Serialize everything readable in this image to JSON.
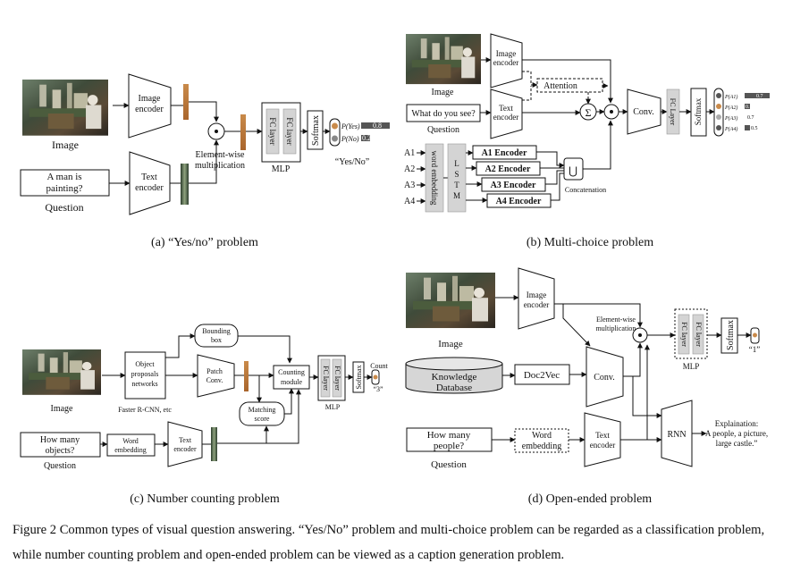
{
  "panel_a": {
    "image_label": "Image",
    "image_encoder": [
      "Image",
      "encoder"
    ],
    "text_encoder": [
      "Text",
      "encoder"
    ],
    "question_box": [
      "A man is",
      "painting?"
    ],
    "question_label": "Question",
    "elementwise": [
      "Element-wise",
      "multiplication"
    ],
    "fc_layer": "FC layer",
    "mlp": "MLP",
    "softmax": "Softmax",
    "p_yes": "P(Yes)",
    "p_no": "P(No)",
    "v_yes": "0.8",
    "v_no": "0.2",
    "answer": "“Yes/No”",
    "caption": "(a)  “Yes/no” problem"
  },
  "panel_b": {
    "image_label": "Image",
    "image_encoder": [
      "Image",
      "encoder"
    ],
    "text_encoder": [
      "Text",
      "encoder"
    ],
    "question_box": "What do you see?",
    "question_label": "Question",
    "attention": "Attention",
    "sigma": "Σ",
    "conv": "Conv.",
    "fc_layer": "FC Layer",
    "softmax": "Softmax",
    "a_labels": [
      "A1",
      "A2",
      "A3",
      "A4"
    ],
    "word_embedding": "word embedding",
    "lstm": [
      "L",
      "S",
      "T",
      "M"
    ],
    "encoders": [
      "A1 Encoder",
      "A2 Encoder",
      "A3 Encoder",
      "A4 Encoder"
    ],
    "union": "⋃",
    "concatenation": "Concatenation",
    "probs": [
      "P(A1)",
      "P(A2)",
      "P(A3)",
      "P(A4)"
    ],
    "prob_values": [
      "0.7",
      "0.1",
      "0.7",
      "0.5"
    ],
    "caption": "(b)  Multi-choice problem"
  },
  "panel_c": {
    "image_label": "Image",
    "object_proposals": [
      "Object",
      "proposals",
      "networks"
    ],
    "faster_rcnn": "Faster R-CNN, etc",
    "bounding_box": [
      "Bounding",
      "box"
    ],
    "patch_conv": [
      "Patch",
      "Conv."
    ],
    "counting_module": [
      "Counting",
      "module"
    ],
    "matching_score": [
      "Matching",
      "score"
    ],
    "question_box": [
      "How many",
      "objects?"
    ],
    "question_label": "Question",
    "word_embedding": [
      "Word",
      "embedding"
    ],
    "text_encoder": [
      "Text",
      "encoder"
    ],
    "fc_layer": "FC layer",
    "mlp": "MLP",
    "softmax": "Softmax",
    "count": "Count",
    "answer": "“3”",
    "caption": "(c)  Number counting problem"
  },
  "panel_d": {
    "image_label": "Image",
    "image_encoder": [
      "Image",
      "encoder"
    ],
    "knowledge_db": [
      "Knowledge",
      "Database"
    ],
    "doc2vec": "Doc2Vec",
    "conv": "Conv.",
    "elementwise": [
      "Element-wise",
      "multiplication"
    ],
    "fc_layer": "FC layer",
    "mlp": "MLP",
    "softmax": "Softmax",
    "answer": "“1”",
    "question_box": [
      "How many",
      "people?"
    ],
    "question_label": "Question",
    "word_embedding": [
      "Word",
      "embedding"
    ],
    "text_encoder": [
      "Text",
      "encoder"
    ],
    "rnn": "RNN",
    "explanation": [
      "Explaination:",
      "A people, a picture,",
      "large castle.”"
    ],
    "caption": "(d)  Open-ended problem"
  },
  "figure_caption": "Figure 2 Common types of visual question answering. “Yes/No” problem and multi-choice problem can be regarded as a classification problem, while number counting problem and open-ended problem can be viewed as a caption generation problem."
}
